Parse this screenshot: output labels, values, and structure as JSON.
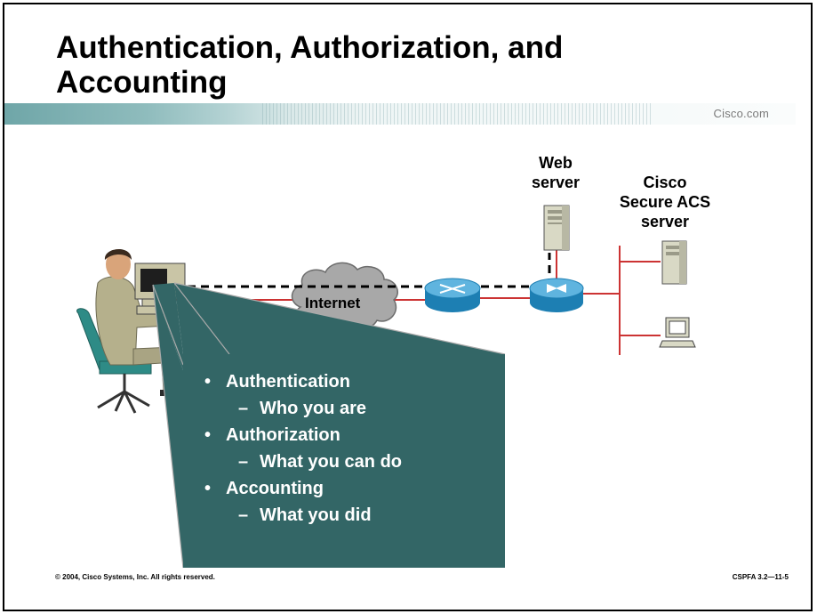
{
  "slide": {
    "title": "Authentication, Authorization, and Accounting",
    "brand": "Cisco.com"
  },
  "diagram": {
    "labels": {
      "web_server": [
        "Web",
        "server"
      ],
      "acs_server": [
        "Cisco",
        "Secure ACS",
        "server"
      ],
      "internet": "Internet"
    },
    "colors": {
      "link": "#cc3333",
      "session": "#000000",
      "device": "#3399cc",
      "callout_bg": "#336666"
    }
  },
  "callout": {
    "items": [
      {
        "level": 1,
        "text": "Authentication"
      },
      {
        "level": 2,
        "text": "Who you are"
      },
      {
        "level": 1,
        "text": "Authorization"
      },
      {
        "level": 2,
        "text": "What you can do"
      },
      {
        "level": 1,
        "text": "Accounting"
      },
      {
        "level": 2,
        "text": "What you did"
      }
    ]
  },
  "footer": {
    "copyright": "© 2004, Cisco Systems, Inc. All rights reserved.",
    "code": "CSPFA 3.2—11-5"
  }
}
